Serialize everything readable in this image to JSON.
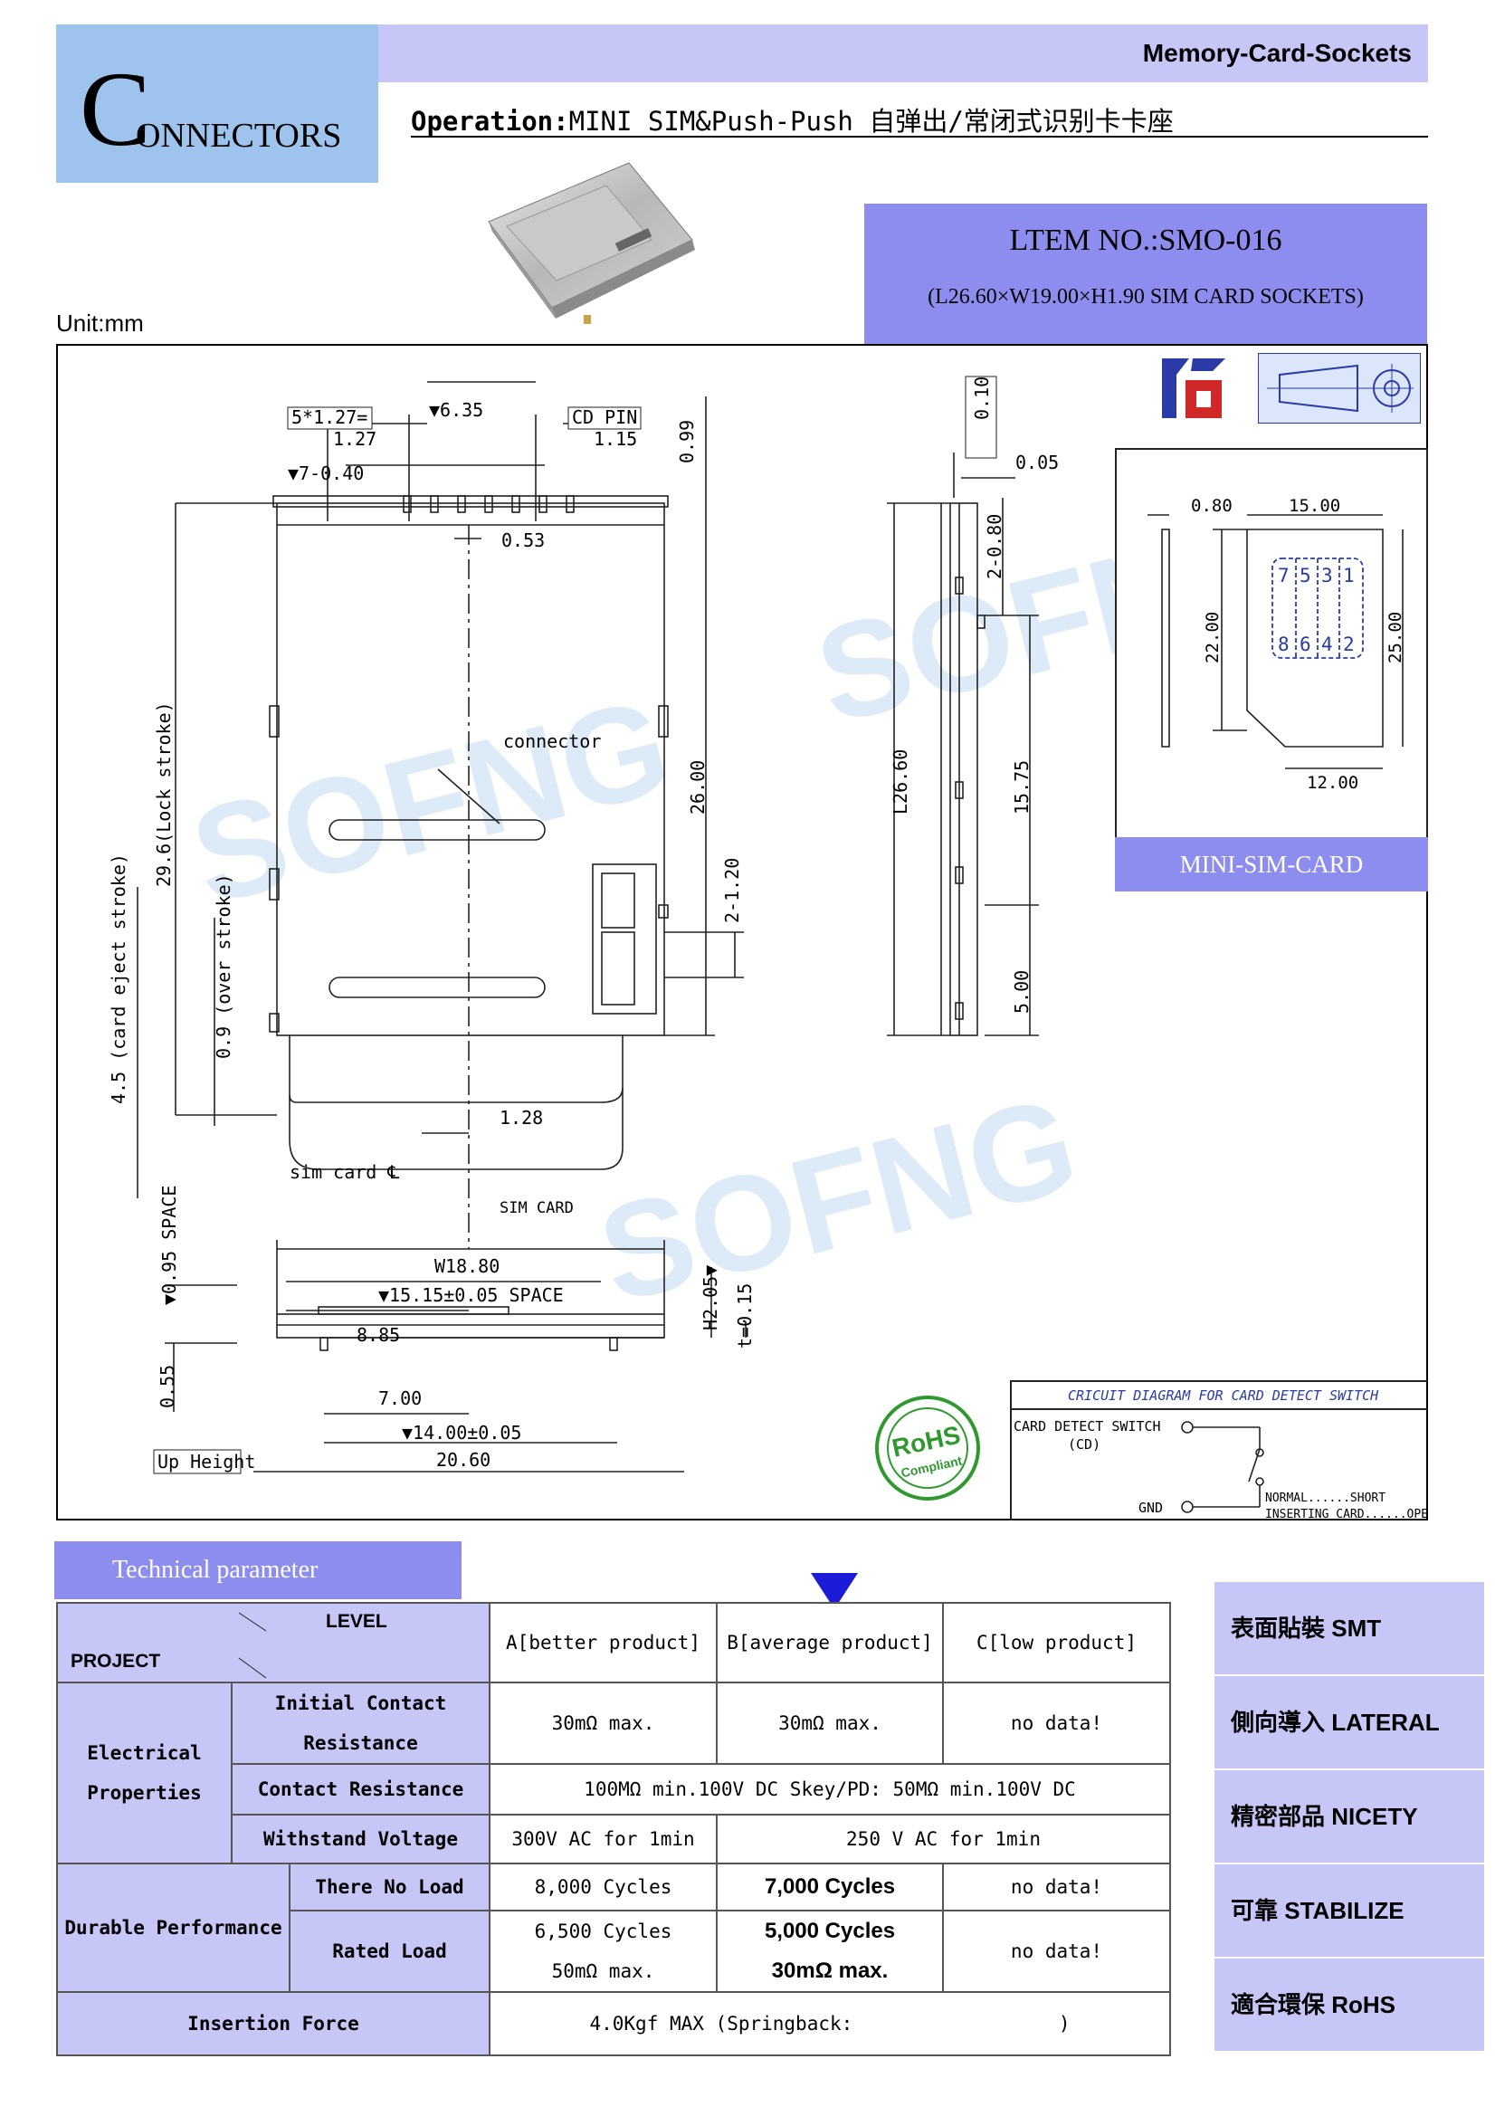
{
  "header": {
    "logo_letter": "C",
    "logo_rest": "ONNECTORS",
    "category": "Memory-Card-Sockets",
    "operation_label": "Operation:",
    "operation_value": "MINI SIM&Push-Push 自弹出/常闭式识别卡卡座",
    "item_no": "LTEM NO.:SMO-016",
    "item_dims": "(L26.60×W19.00×H1.90  SIM CARD SOCKETS)",
    "unit": "Unit:mm"
  },
  "drawing": {
    "top_view": {
      "pitch": "5*1.27=",
      "pitch_sub": "1.27",
      "pin_width": "▼7-0.40",
      "cd_pin": "CD PIN",
      "cd_offset": "1.15",
      "span": "▼6.35",
      "center_offset": "0.53",
      "top_height": "0.99",
      "connector": "connector",
      "lock_stroke": "29.6(Lock stroke)",
      "over_stroke": "0.9 (over stroke)",
      "eject_stroke": "4.5 (card eject stroke)",
      "length": "26.00",
      "switch_range": "2-1.20",
      "card_offset": "1.28",
      "sim_card_label": "sim card ℄",
      "sim_card": "SIM CARD"
    },
    "side_view": {
      "thickness_top": "0.10",
      "offset": "0.05",
      "slot": "2-0.80",
      "length": "L26.60",
      "mid": "15.75",
      "bottom": "5.00"
    },
    "bottom_view": {
      "width": "W18.80",
      "space": "▼15.15±0.05 SPACE",
      "half": "8.85",
      "space_height": "▼0.95 SPACE",
      "height": "H2.05▼",
      "thickness": "t=0.15",
      "up_offset": "0.55",
      "up_height": "Up Height",
      "peg_offset": "7.00",
      "peg_span": "▼14.00±0.05",
      "total": "20.60"
    },
    "mini_sim": {
      "w_top": "15.00",
      "edge": "0.80",
      "h_left": "22.00",
      "h_right": "25.00",
      "w_bottom": "12.00",
      "top_pins": [
        "7",
        "5",
        "3",
        "1"
      ],
      "bottom_pins": [
        "8",
        "6",
        "4",
        "2"
      ],
      "caption": "MINI-SIM-CARD"
    },
    "circuit": {
      "title": "CRICUIT DIAGRAM FOR CARD DETECT SWITCH",
      "switch": "CARD DETECT SWITCH",
      "cd": "(CD)",
      "gnd": "GND",
      "normal": "NORMAL......SHORT",
      "inserting": "INSERTING CARD......OPEN"
    },
    "watermark": "SOFNG",
    "rohs_top": "RoHS",
    "rohs_bottom": "Compliant"
  },
  "tech": {
    "title": "Technical parameter",
    "level": "LEVEL",
    "project": "PROJECT",
    "col_a": "A[better product]",
    "col_b": "B[average product]",
    "col_c": "C[low product]",
    "electrical": "Electrical Properties",
    "init_contact": "Initial Contact Resistance",
    "init_a": "30mΩ max.",
    "init_b": "30mΩ max.",
    "init_c": "no data!",
    "contact_res": "Contact Resistance",
    "contact_val": "100MΩ min.100V DC  Skey/PD: 50MΩ min.100V DC",
    "withstand": "Withstand Voltage",
    "withstand_a": "300V AC for 1min",
    "withstand_bc": "250 V AC for 1min",
    "durable": "Durable Performance",
    "no_load": "There No Load",
    "no_load_a": "8,000 Cycles",
    "no_load_b": "7,000 Cycles",
    "no_load_c": "no data!",
    "rated": "Rated Load",
    "rated_a1": "6,500 Cycles",
    "rated_a2": "50mΩ max.",
    "rated_b1": "5,000 Cycles",
    "rated_b2": "30mΩ max.",
    "rated_c": "no data!",
    "insertion": "Insertion Force",
    "insertion_val": "4.0Kgf MAX (Springback:                  )"
  },
  "tags": [
    "表面貼裝 SMT",
    "側向導入 LATERAL",
    "精密部品 NICETY",
    "可靠 STABILIZE",
    "適合環保 RoHS"
  ],
  "colors": {
    "lavender": "#c6c6f7",
    "blue_box": "#8d8df0",
    "logo_blue": "#9ec4ee",
    "pointer": "#1b1bd8",
    "rohs_green": "#2e9a2e"
  }
}
